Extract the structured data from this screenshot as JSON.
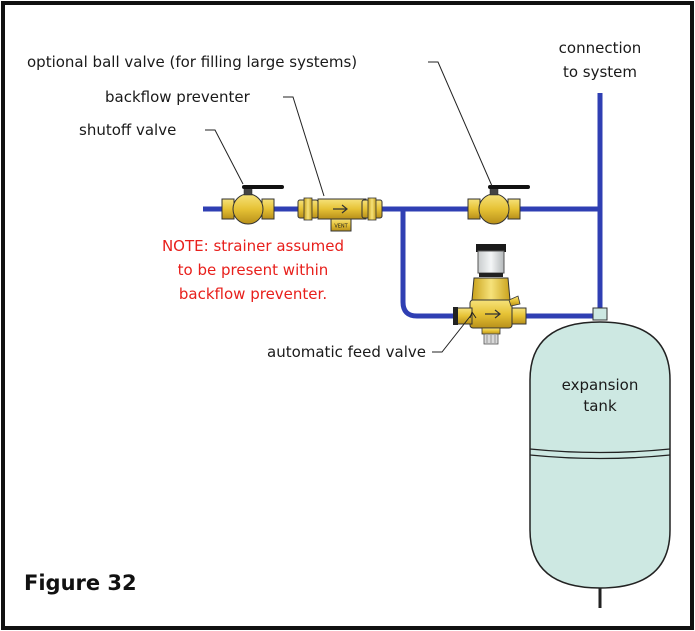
{
  "labels": {
    "optional_ball_valve": "optional ball valve (for filling large systems)",
    "backflow_preventer": "backflow preventer",
    "shutoff_valve": "shutoff valve",
    "connection_line1": "connection",
    "connection_line2": "to system",
    "automatic_feed_valve": "automatic feed valve",
    "expansion_line1": "expansion",
    "expansion_line2": "tank",
    "vent": "VENT"
  },
  "note": {
    "line1": "NOTE:  strainer assumed",
    "line2": "to be present within",
    "line3": "backflow preventer."
  },
  "figure_title": "Figure 32",
  "colors": {
    "pipe": "#2f3fb3",
    "brass": "#e6c235",
    "brass_dark": "#c9a21c",
    "tank": "#cde8e2",
    "note": "#e8201c",
    "border": "#111111"
  }
}
